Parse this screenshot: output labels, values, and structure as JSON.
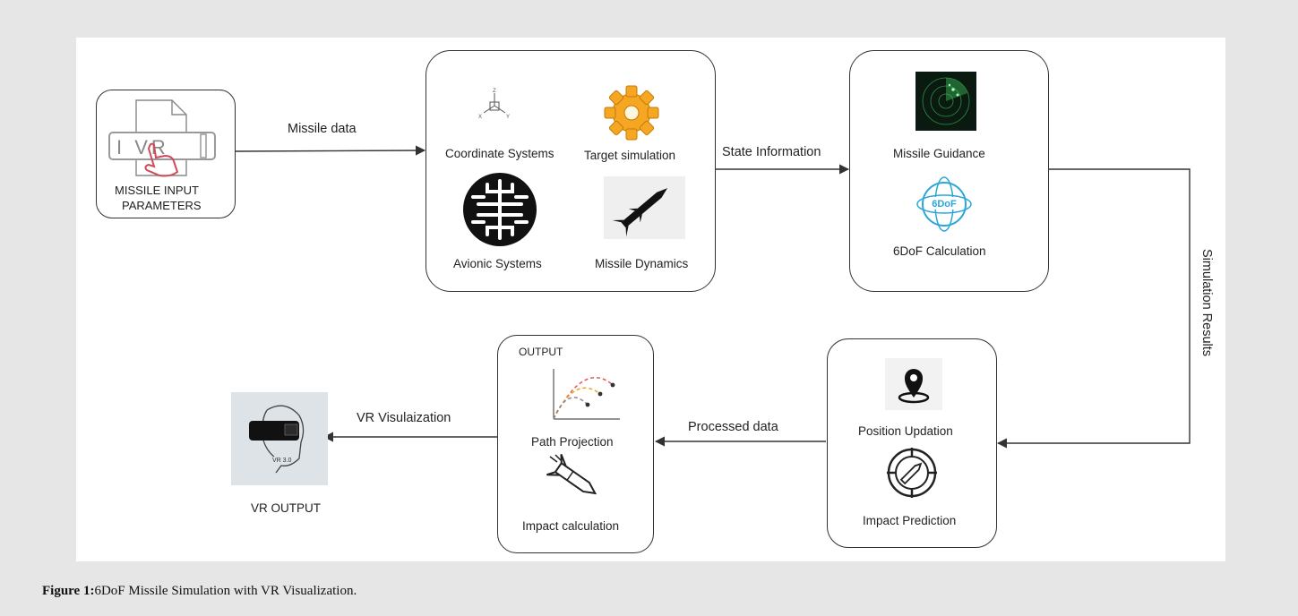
{
  "diagram": {
    "input": {
      "icon_letters": "I  VR",
      "label_line1": "MISSILE INPUT",
      "label_line2": "PARAMETERS"
    },
    "edge_missile_data": "Missile data",
    "sim_core": {
      "coordinate_systems": "Coordinate Systems",
      "axis_labels": [
        "Z",
        "X",
        "Y"
      ],
      "target_simulation": "Target simulation",
      "avionic_systems": "Avionic Systems",
      "missile_dynamics": "Missile Dynamics"
    },
    "edge_state_information": "State Information",
    "guidance": {
      "missile_guidance": "Missile Guidance",
      "sixdof_badge": "6DoF",
      "sixdof_calculation": "6DoF Calculation"
    },
    "edge_simulation_results": "Simulation Results",
    "impact": {
      "position_updation": "Position Updation",
      "impact_prediction": "Impact Prediction"
    },
    "edge_processed_data": "Processed data",
    "output": {
      "title": "OUTPUT",
      "path_projection": "Path Projection",
      "impact_calculation": "Impact calculation"
    },
    "edge_vr_visualization": "VR Visulaization",
    "vr": {
      "icon_text": "VR 3.0",
      "label": "VR OUTPUT"
    }
  },
  "caption": {
    "label": "Figure 1:",
    "text": "6DoF Missile Simulation with VR Visualization."
  },
  "colors": {
    "background": "#e6e6e6",
    "canvas": "#ffffff",
    "arrow": "#333333",
    "gear": "#f5a623",
    "sixdof": "#2aa7d8",
    "radar_green": "#3fbf5a",
    "touch_red": "#d04a5a"
  }
}
